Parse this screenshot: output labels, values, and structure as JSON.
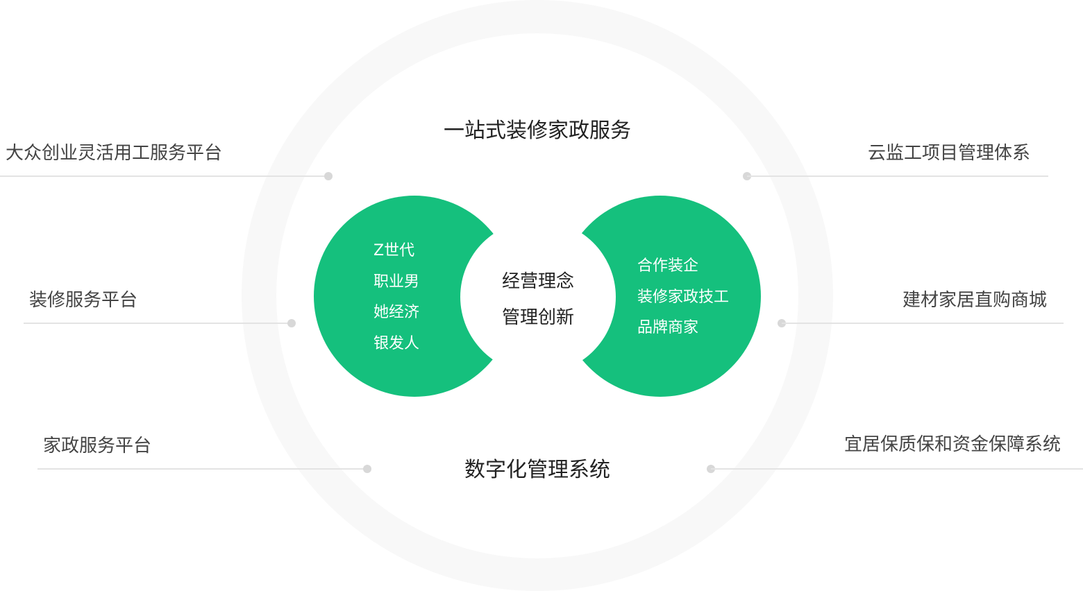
{
  "diagram": {
    "top_title": "一站式装修家政服务",
    "bottom_title": "数字化管理系统",
    "center": {
      "lines": [
        "经营理念",
        "管理创新"
      ]
    },
    "left_group": {
      "items": [
        "Z世代",
        "职业男",
        "她经济",
        "银发人"
      ]
    },
    "right_group": {
      "items": [
        "合作装企",
        "装修家政技工",
        "品牌商家"
      ]
    },
    "left_labels": [
      {
        "text": "大众创业灵活用工服务平台"
      },
      {
        "text": "装修服务平台"
      },
      {
        "text": "家政服务平台"
      }
    ],
    "right_labels": [
      {
        "text": "云监工项目管理体系"
      },
      {
        "text": "建材家居直购商城"
      },
      {
        "text": "宜居保质保和资金保障系统"
      }
    ],
    "colors": {
      "accent_green": "#15c07d",
      "ring": "#f8f8f8",
      "connector": "#e3e3e3",
      "dot": "#d8d8d8",
      "text": "#444444"
    }
  }
}
